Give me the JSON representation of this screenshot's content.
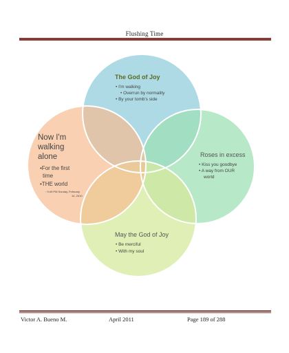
{
  "header": {
    "title": "Flushing Time"
  },
  "diagram": {
    "top": {
      "title": "The God of Joy",
      "items": [
        "• I'm walking",
        "• Overrun by normality",
        "• By your tomb's side"
      ],
      "fill": "#9fd3e0",
      "title_color": "#5a6b1e"
    },
    "left": {
      "title_lines": [
        "Now I'm",
        "walking",
        "alone"
      ],
      "items": [
        "•For the first",
        "time",
        "•THE world"
      ],
      "sub_items": [
        "◦ 9:49 PM Sunday, February",
        "14, 2010"
      ],
      "fill": "#f7bc91"
    },
    "right": {
      "title": "Roses in excess",
      "items": [
        "• Kiss you goodbye",
        "• A way from OUR",
        "world"
      ],
      "fill": "#9fe0b6"
    },
    "bottom": {
      "title": "May the God of Joy",
      "items": [
        "• Be merciful",
        "• With my soul"
      ],
      "fill": "#d5ea9c"
    }
  },
  "footer": {
    "author": "Victor A. Bueno M.",
    "date": "April 2011",
    "page": "Page 189 of 288"
  }
}
